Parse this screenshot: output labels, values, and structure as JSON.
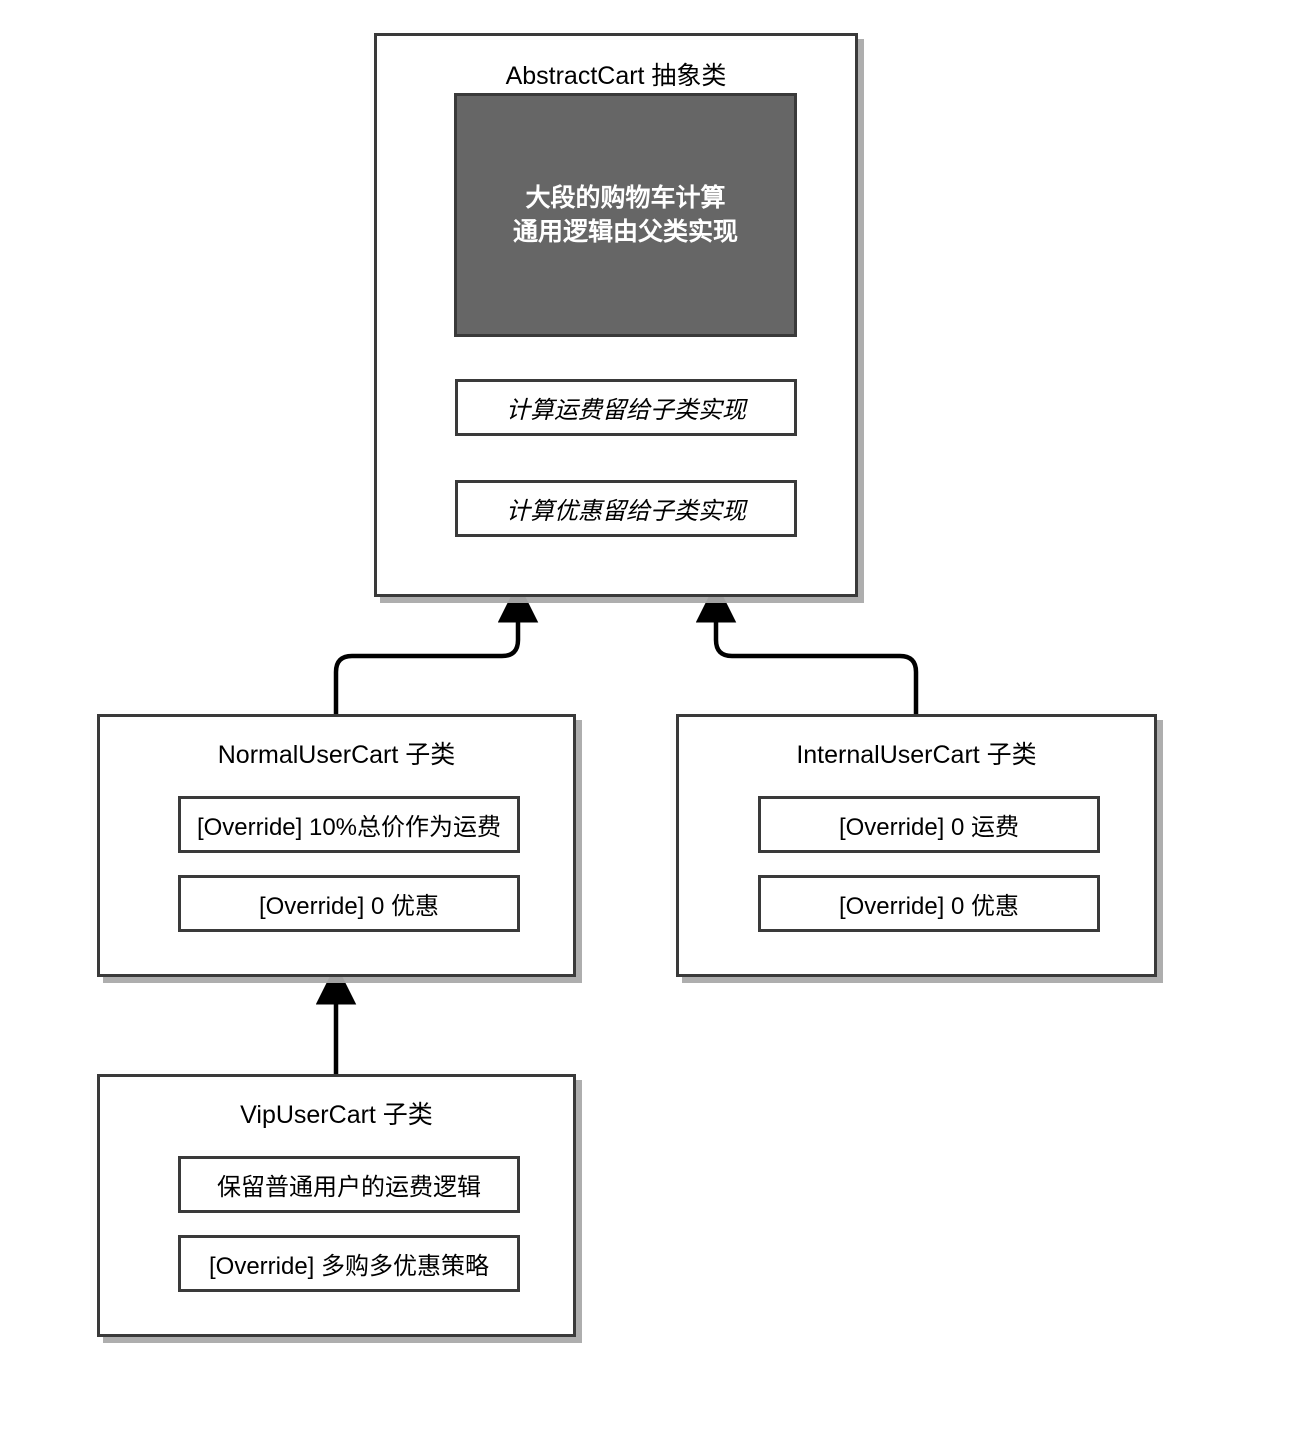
{
  "diagram": {
    "title": "AbstractCart inheritance class diagram",
    "colors": {
      "box_border": "#3a3a3a",
      "box_fill": "#ffffff",
      "filled_member_fill": "#666666",
      "filled_member_text": "#ffffff",
      "shadow": "#aaaaaa",
      "edge": "#000000"
    },
    "classes": [
      {
        "id": "abstract-cart",
        "title": "AbstractCart 抽象类",
        "members": [
          {
            "id": "common-logic",
            "text": "大段的购物车计算\n通用逻辑由父类实现",
            "style": "filled"
          },
          {
            "id": "calc-shipping",
            "text": "计算运费留给子类实现",
            "style": "italic"
          },
          {
            "id": "calc-discount",
            "text": "计算优惠留给子类实现",
            "style": "italic"
          }
        ]
      },
      {
        "id": "normal-user-cart",
        "title": "NormalUserCart 子类",
        "members": [
          {
            "id": "normal-shipping",
            "text": "[Override] 10%总价作为运费",
            "style": "plain"
          },
          {
            "id": "normal-discount",
            "text": "[Override] 0 优惠",
            "style": "plain"
          }
        ]
      },
      {
        "id": "internal-user-cart",
        "title": "InternalUserCart 子类",
        "members": [
          {
            "id": "internal-shipping",
            "text": "[Override] 0 运费",
            "style": "plain"
          },
          {
            "id": "internal-discount",
            "text": "[Override] 0 优惠",
            "style": "plain"
          }
        ]
      },
      {
        "id": "vip-user-cart",
        "title": "VipUserCart 子类",
        "members": [
          {
            "id": "vip-shipping",
            "text": "保留普通用户的运费逻辑",
            "style": "plain"
          },
          {
            "id": "vip-discount",
            "text": "[Override] 多购多优惠策略",
            "style": "plain"
          }
        ]
      }
    ],
    "edges": [
      {
        "id": "normal-to-abstract",
        "from": "normal-user-cart",
        "to": "abstract-cart",
        "kind": "inheritance"
      },
      {
        "id": "internal-to-abstract",
        "from": "internal-user-cart",
        "to": "abstract-cart",
        "kind": "inheritance"
      },
      {
        "id": "vip-to-normal",
        "from": "vip-user-cart",
        "to": "normal-user-cart",
        "kind": "inheritance"
      }
    ]
  }
}
